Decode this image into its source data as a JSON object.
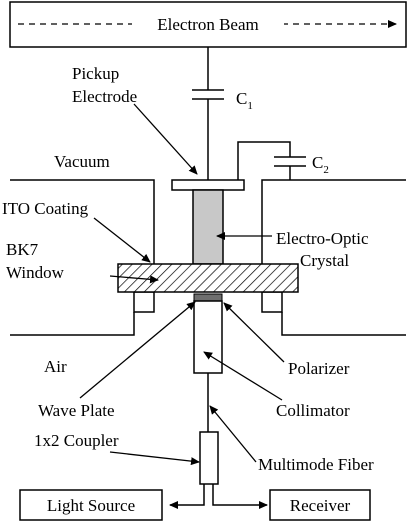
{
  "labels": {
    "electron_beam": "Electron Beam",
    "pickup_line1": "Pickup",
    "pickup_line2": "Electrode",
    "c1_main": "C",
    "c1_sub": "1",
    "c2_main": "C",
    "c2_sub": "2",
    "vacuum": "Vacuum",
    "ito_coating": "ITO Coating",
    "bk7_line1": "BK7",
    "bk7_line2": "Window",
    "eo_line1": "Electro-Optic",
    "eo_line2": "Crystal",
    "air": "Air",
    "polarizer": "Polarizer",
    "wave_plate": "Wave Plate",
    "collimator": "Collimator",
    "coupler": "1x2 Coupler",
    "multimode_fiber": "Multimode Fiber",
    "light_source": "Light Source",
    "receiver": "Receiver"
  },
  "colors": {
    "line": "#000000",
    "crystal_fill": "#c8c8c8",
    "polarizer_fill": "#6e6e6e",
    "background": "#ffffff"
  }
}
